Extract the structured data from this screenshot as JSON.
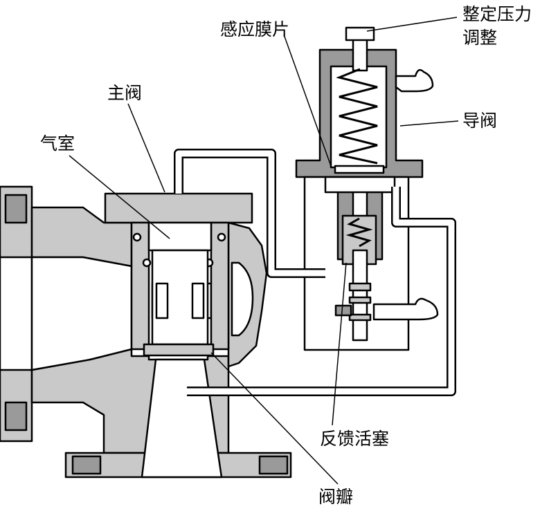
{
  "labels": {
    "set_pressure_adjust_line1": "整定压力",
    "set_pressure_adjust_line2": "调整",
    "sensing_diaphragm": "感应膜片",
    "main_valve": "主阀",
    "air_chamber": "气室",
    "pilot_valve": "导阀",
    "feedback_piston": "反馈活塞",
    "valve_disc": "阀瓣"
  }
}
